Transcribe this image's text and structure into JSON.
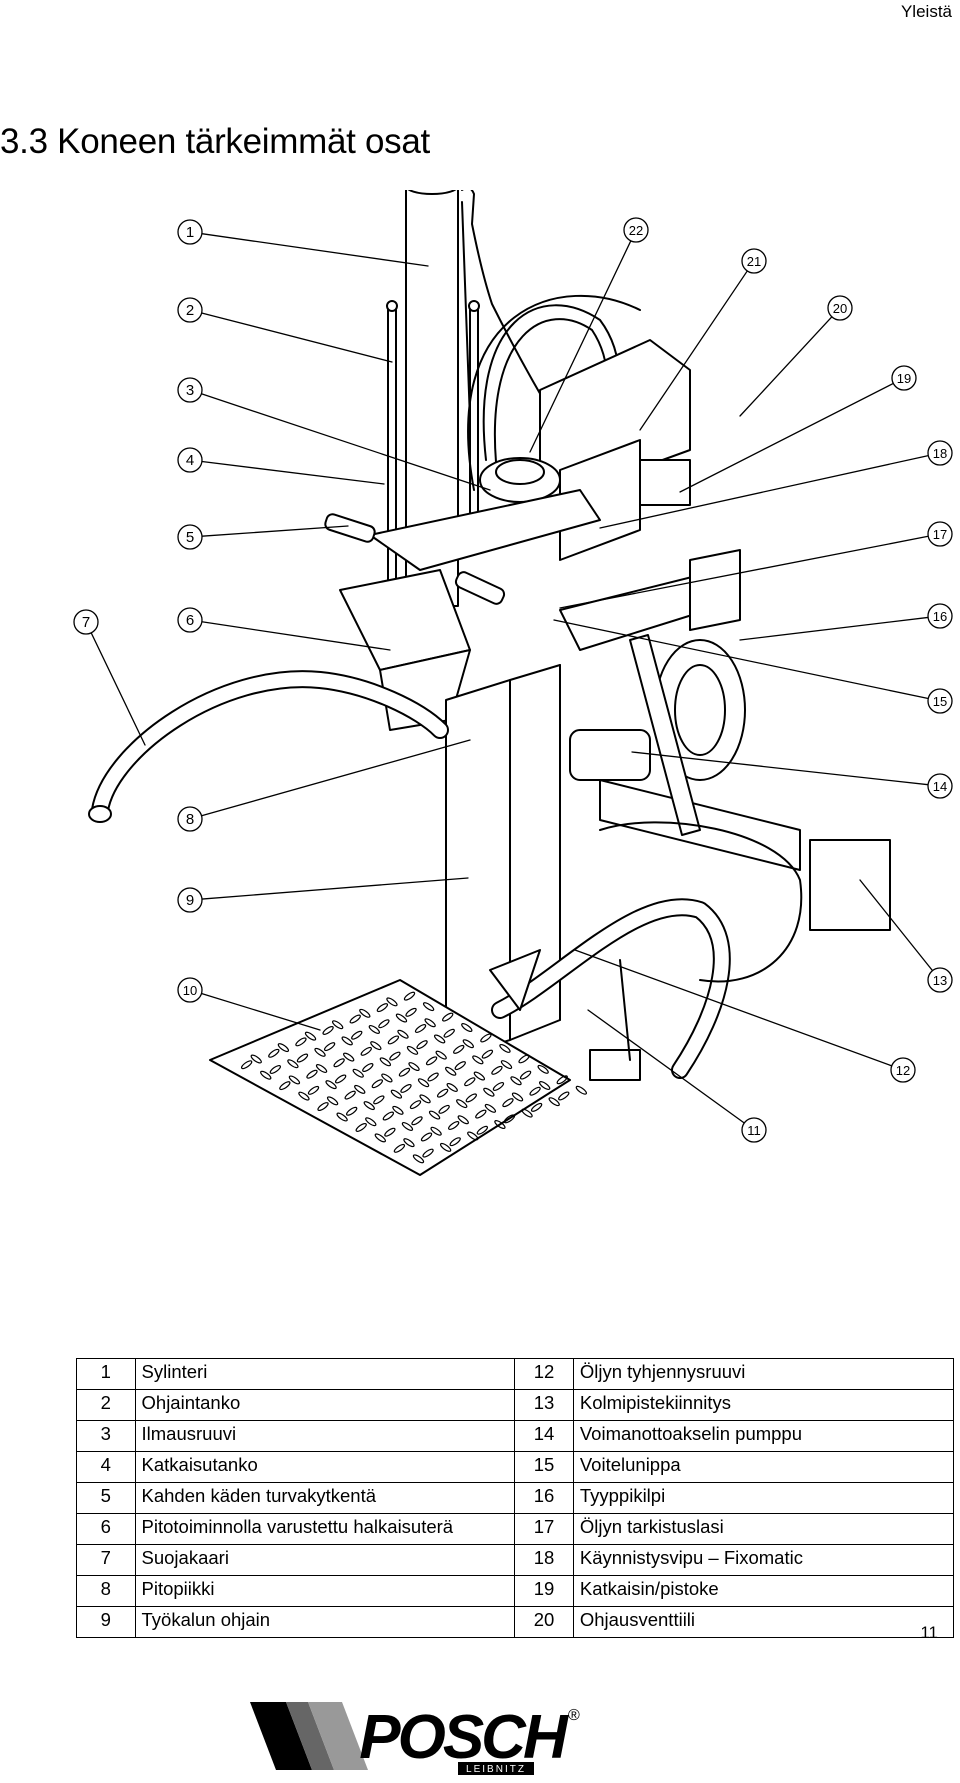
{
  "header": {
    "section": "Yleistä"
  },
  "title": "3.3 Koneen tärkeimmät osat",
  "callouts": [
    {
      "n": "1"
    },
    {
      "n": "2"
    },
    {
      "n": "3"
    },
    {
      "n": "4"
    },
    {
      "n": "5"
    },
    {
      "n": "6"
    },
    {
      "n": "7"
    },
    {
      "n": "8"
    },
    {
      "n": "9"
    },
    {
      "n": "10"
    },
    {
      "n": "11"
    },
    {
      "n": "12"
    },
    {
      "n": "13"
    },
    {
      "n": "14"
    },
    {
      "n": "15"
    },
    {
      "n": "16"
    },
    {
      "n": "17"
    },
    {
      "n": "18"
    },
    {
      "n": "19"
    },
    {
      "n": "20"
    },
    {
      "n": "21"
    },
    {
      "n": "22"
    }
  ],
  "parts_table": {
    "rows": [
      {
        "left_num": "1",
        "left_name": "Sylinteri",
        "right_num": "12",
        "right_name": "Öljyn tyhjennysruuvi"
      },
      {
        "left_num": "2",
        "left_name": "Ohjaintanko",
        "right_num": "13",
        "right_name": "Kolmipistekiinnitys"
      },
      {
        "left_num": "3",
        "left_name": "Ilmausruuvi",
        "right_num": "14",
        "right_name": "Voimanottoakselin pumppu"
      },
      {
        "left_num": "4",
        "left_name": "Katkaisutanko",
        "right_num": "15",
        "right_name": "Voitelunippa"
      },
      {
        "left_num": "5",
        "left_name": "Kahden käden turvakytkentä",
        "right_num": "16",
        "right_name": "Tyyppikilpi"
      },
      {
        "left_num": "6",
        "left_name": "Pitotoiminnolla varustettu halkaisuterä",
        "right_num": "17",
        "right_name": "Öljyn tarkistuslasi"
      },
      {
        "left_num": "7",
        "left_name": "Suojakaari",
        "right_num": "18",
        "right_name": "Käynnistysvipu – Fixomatic"
      },
      {
        "left_num": "8",
        "left_name": "Pitopiikki",
        "right_num": "19",
        "right_name": "Katkaisin/pistoke"
      },
      {
        "left_num": "9",
        "left_name": "Työkalun ohjain",
        "right_num": "20",
        "right_name": "Ohjausventtiili"
      }
    ]
  },
  "footer": {
    "page_number": "11",
    "logo_text": "POSCH",
    "logo_subtext": "LEIBNITZ",
    "registered_mark": "®"
  }
}
